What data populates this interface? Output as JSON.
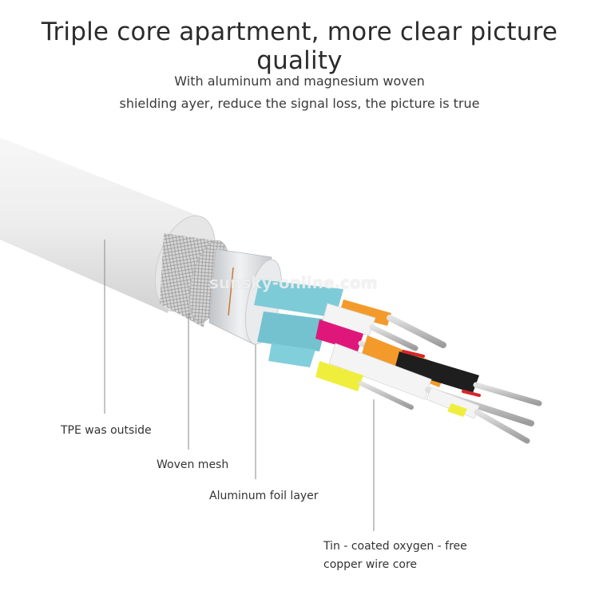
{
  "title": "Triple core apartment, more clear picture quality",
  "subtitle_line1": "With aluminum and magnesium woven",
  "subtitle_line2": "shielding ayer, reduce the signal loss, the picture is true",
  "labels": {
    "tpe": "TPE was outside",
    "mesh": "Woven mesh",
    "foil": "Aluminum foil layer",
    "core_line1": "Tin - coated oxygen - free",
    "core_line2": "copper wire core"
  },
  "watermark": "sunsky-online.com",
  "colors": {
    "jacket": "#e4e4e4",
    "foil": "#d9dcdf",
    "blue_insulation": "#7ecbd8",
    "orange_wire": "#f39a2b",
    "magenta_wire": "#e0177a",
    "yellow_wire": "#f0ee3c",
    "black_wire": "#1e1e1e",
    "white_wire": "#f4f4f4",
    "copper": "#c9c9c9",
    "leader_line": "#8a8a8a"
  }
}
